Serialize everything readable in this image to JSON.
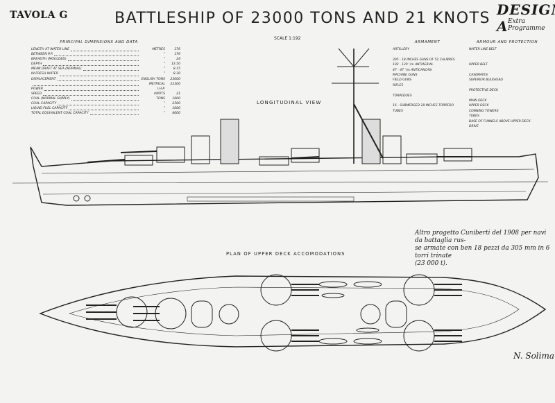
{
  "header": {
    "tavola": "TAVOLA G",
    "title": "BATTLESHIP OF 23000 TONS AND  21  KNOTS",
    "design": "DESIGN A",
    "extra": "Extra Programme",
    "scale": "SCALE 1:192"
  },
  "dimensions": {
    "heading": "PRINCIPAL DIMENSIONS AND DATA",
    "rows": [
      {
        "label": "LENGTH AT WATER LINE",
        "unit": "METRES",
        "value": "176"
      },
      {
        "label": "      BETWEEN P.P.",
        "unit": "”",
        "value": "176"
      },
      {
        "label": "BREADTH (MOULDED)",
        "unit": "”",
        "value": "24"
      },
      {
        "label": "DEPTH",
        "unit": "”",
        "value": "13.50"
      },
      {
        "label": "MEAN DRAFT AT SEA (NORMAL)",
        "unit": "”",
        "value": "8.15"
      },
      {
        "label": "      IN FRESH WATER",
        "unit": "”",
        "value": "8.30"
      },
      {
        "label": "DISPLACEMENT",
        "unit": "ENGLISH TONS",
        "value": "23000"
      },
      {
        "label": "",
        "unit": "METRICAL",
        "value": "23300"
      },
      {
        "label": "POWER",
        "unit": "I.H.P.",
        "value": ""
      },
      {
        "label": "SPEED",
        "unit": "KNOTS",
        "value": "21"
      },
      {
        "label": "COAL (NORMAL SUPPLY)",
        "unit": "TONS",
        "value": "1000"
      },
      {
        "label": "COAL CAPACITY",
        "unit": "”",
        "value": "2500"
      },
      {
        "label": "LIQUID FUEL CAPACITY",
        "unit": "”",
        "value": "1000"
      },
      {
        "label": "TOTAL EQUIVALENT COAL CAPACITY",
        "unit": "”",
        "value": "4000"
      }
    ]
  },
  "armament": {
    "heading": "ARMAMENT",
    "lines": [
      "ARTILLERY",
      "",
      "305 - 18 INCHES GUNS OF 52 CALIBRES",
      "102 - 120 ″/m        ANTIAERIAL",
      "47 - 47 ″/m        ANTICANCAN",
      "MACHINE GUNS",
      "FIELD GUNS",
      "RIFLES",
      "",
      "TORPEDOES",
      "",
      "16 - SUBMERGED 18 INCHES TORPEDO",
      "      TUBES"
    ]
  },
  "protection": {
    "heading": "ARMOUR AND PROTECTION",
    "lines": [
      "WATER LINE BELT",
      "",
      "",
      "UPPER BELT",
      "",
      "CASEMATES",
      "SUPERIOR BULKHEAD",
      "",
      "PROTECTIVE DECK",
      "",
      "MAIN DECK",
      "UPPER DECK",
      "CONNING TOWERS",
      "      TUBES",
      "BASE OF FUNNELS ABOVE UPPER DECK",
      "      DRIVE"
    ]
  },
  "views": {
    "longitudinal": "LONGITUDINAL  VIEW",
    "plan": "PLAN  OF  UPPER  DECK  ACCOMODATIONS"
  },
  "caption": {
    "line1": "Altro progetto Cuniberti del 1908 per navi da battaglia rus-",
    "line2": "se armate con ben 18 pezzi da 305 mm in 6 torri trinate",
    "line3": "(23 000 t)."
  },
  "signature": "N. Solima"
}
